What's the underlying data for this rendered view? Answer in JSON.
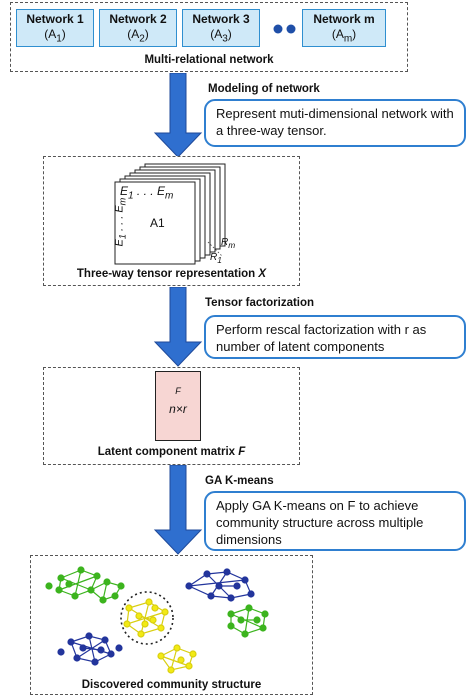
{
  "networks": [
    {
      "name": "Network 1",
      "label": "(A",
      "sub": "1",
      "close": ")"
    },
    {
      "name": "Network 2",
      "label": "(A",
      "sub": "2",
      "close": ")"
    },
    {
      "name": "Network 3",
      "label": "(A",
      "sub": "3",
      "close": ")"
    },
    {
      "name": "Network m",
      "label": "(A",
      "sub": "m",
      "close": ")"
    }
  ],
  "top_caption": "Multi-relational network",
  "steps": [
    {
      "label": "Modeling of network",
      "callout": "Represent muti-dimensional network with a three-way tensor."
    },
    {
      "label": "Tensor factorization",
      "callout": "Perform rescal factorization with r as number of latent components"
    },
    {
      "label": "GA K-means",
      "callout": "Apply GA K-means on F to achieve community structure across multiple dimensions"
    }
  ],
  "tensor": {
    "front_label": "A1",
    "e_top": "E",
    "e_top_sub1": "1",
    "e_dots": ". . .",
    "e_top_sub2": "m",
    "e_side": "E",
    "r_label_m": "R",
    "r_label_m_sub": "m",
    "r_label_1": "R",
    "r_label_1_sub": "1",
    "caption": "Three-way tensor representation",
    "caption_var": "X"
  },
  "matrix": {
    "top": "F",
    "dims": "n×r",
    "caption": "Latent component matrix",
    "caption_var": "F"
  },
  "bottom_caption": "Discovered community structure",
  "colors": {
    "accent_blue": "#2f6fcf",
    "box_fill": "#cfe9f8",
    "matrix_fill": "#f7d6d3",
    "green": "#3cb41e",
    "yellow": "#f2ea14",
    "navy": "#23359c"
  }
}
